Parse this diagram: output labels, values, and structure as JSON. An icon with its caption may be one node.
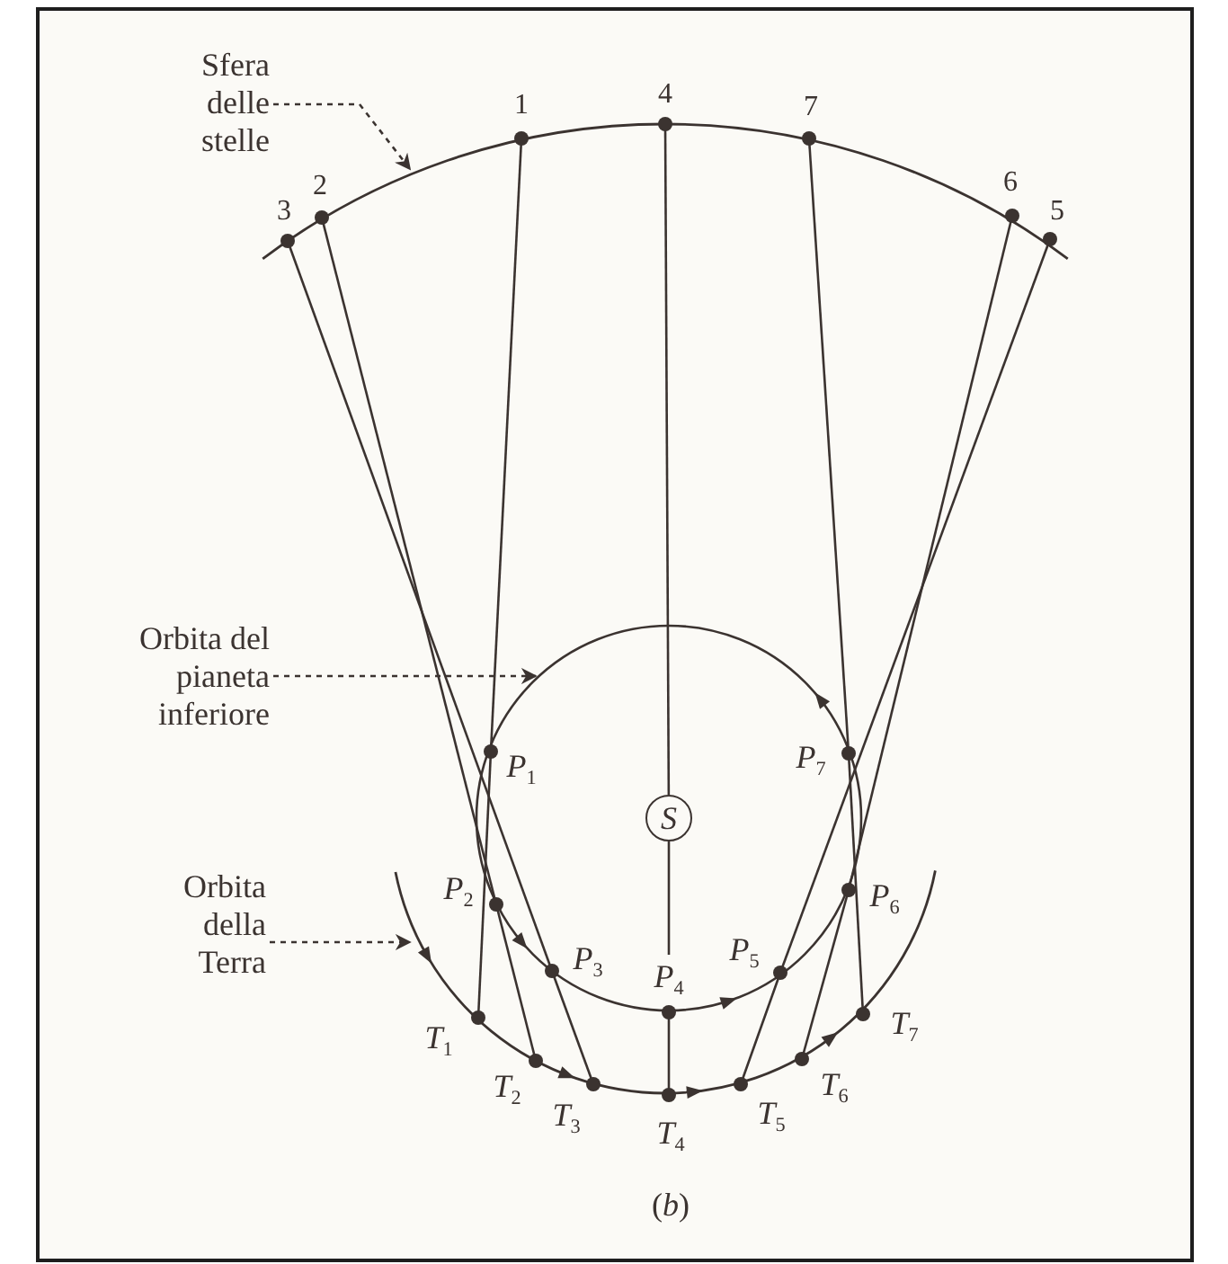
{
  "diagram": {
    "caption": "(*b*)",
    "nodes": [
      {
        "text": [
          "Sfera delle stelle"
        ]
      },
      {
        "text": [
          "1"
        ]
      },
      {
        "text": [
          "4"
        ]
      },
      {
        "text": [
          "7"
        ]
      },
      {
        "text": [
          "2"
        ]
      },
      {
        "text": [
          "3"
        ]
      },
      {
        "text": [
          "6"
        ]
      },
      {
        "text": [
          "5"
        ]
      },
      {
        "text": [
          "Orbita del pianeta inferiore"
        ]
      },
      {
        "text": [
          "P$_{1}$"
        ]
      },
      {
        "text": [
          "P$_{7}$"
        ]
      },
      {
        "text": [
          "S"
        ]
      },
      {
        "text": [
          "Orbita della Terra"
        ]
      },
      {
        "text": [
          "P$_{6}$"
        ]
      },
      {
        "text": [
          "P$_{2}$"
        ]
      },
      {
        "text": [
          "P$_{3}$"
        ]
      },
      {
        "text": [
          "P$_{5}$"
        ]
      },
      {
        "text": [
          "P$_{4}$"
        ]
      },
      {
        "text": [
          "T$_{1}$"
        ]
      },
      {
        "text": [
          "T$_{7}$"
        ]
      },
      {
        "text": [
          "T$_{2}$"
        ]
      },
      {
        "text": [
          "T$_{6}$"
        ]
      },
      {
        "text": [
          "T$_{3}$"
        ]
      },
      {
        "text": [
          "T$_{5}$"
        ]
      },
      {
        "text": [
          "T$_{4}$"
        ]
      }
    ],
    "edges": [
      {
        "from": 18,
        "to": 9,
        "arrow": "none"
      },
      {
        "from": 9,
        "to": 1,
        "arrow": "none"
      },
      {
        "from": 20,
        "to": 14,
        "arrow": "none"
      },
      {
        "from": 14,
        "to": 4,
        "arrow": "none"
      },
      {
        "from": 22,
        "to": 15,
        "arrow": "none"
      },
      {
        "from": 15,
        "to": 5,
        "arrow": "none"
      },
      {
        "from": 24,
        "to": 17,
        "arrow": "none"
      },
      {
        "from": 17,
        "to": 11,
        "arrow": "none"
      },
      {
        "from": 11,
        "to": 2,
        "arrow": "none"
      },
      {
        "from": 23,
        "to": 16,
        "arrow": "none"
      },
      {
        "from": 16,
        "to": 7,
        "arrow": "none"
      },
      {
        "from": 21,
        "to": 13,
        "arrow": "none"
      },
      {
        "from": 13,
        "to": 6,
        "arrow": "none"
      },
      {
        "from": 19,
        "to": 10,
        "arrow": "none"
      },
      {
        "from": 10,
        "to": 3,
        "arrow": "none"
      },
      {
        "from": 0,
        "to": null,
        "arrow": "to",
        "style": "dashed"
      },
      {
        "from": 8,
        "to": null,
        "arrow": "to",
        "style": "dashed"
      },
      {
        "from": 12,
        "to": null,
        "arrow": "to",
        "style": "dashed"
      }
    ]
  }
}
